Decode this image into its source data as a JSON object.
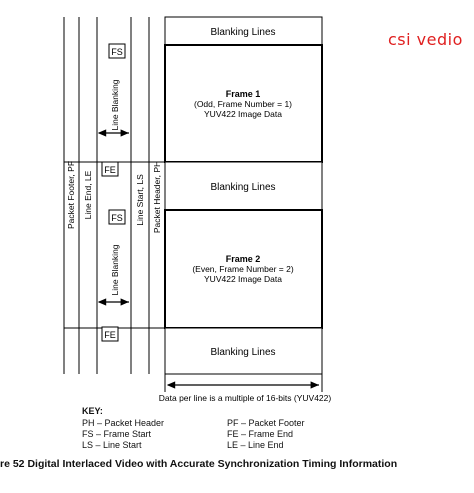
{
  "watermark": "csi vedio",
  "diagram": {
    "blanking_label": "Blanking Lines",
    "frame1": {
      "title": "Frame 1",
      "line2": "(Odd, Frame Number = 1)",
      "line3": "YUV422 Image Data"
    },
    "frame2": {
      "title": "Frame 2",
      "line2": "(Even, Frame Number = 2)",
      "line3": "YUV422 Image Data"
    },
    "packet_footer": "Packet Footer, PF",
    "line_end": "Line End, LE",
    "line_start": "Line Start, LS",
    "packet_header": "Packet Header, PH",
    "line_blanking": "Line Blanking",
    "fs": "FS",
    "fe": "FE",
    "data_per_line": "Data per line is a multiple of 16-bits (YUV422)"
  },
  "key": {
    "title": "KEY:",
    "items": [
      "PH – Packet Header",
      "PF – Packet Footer",
      "FS – Frame Start",
      "FE – Frame End",
      "LS – Line Start",
      "LE – Line End"
    ]
  },
  "caption": "re 52 Digital Interlaced Video with Accurate Synchronization Timing Information"
}
